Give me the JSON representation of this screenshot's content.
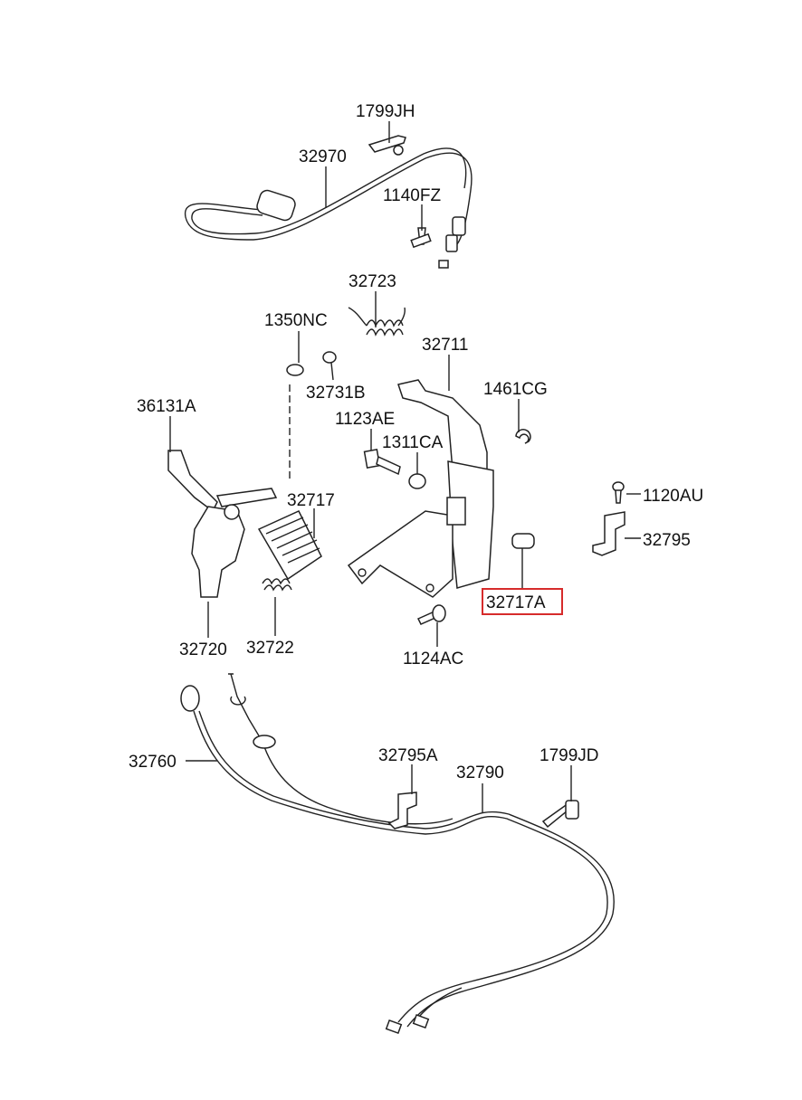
{
  "colors": {
    "highlight": "#d62b2b",
    "line": "#222222",
    "background": "#ffffff"
  },
  "highlighted_part": "32717A",
  "labels": {
    "p1799JH": "1799JH",
    "p32970": "32970",
    "p1140FZ": "1140FZ",
    "p32723": "32723",
    "p1350NC": "1350NC",
    "p32711": "32711",
    "p32731B": "32731B",
    "p1461CG": "1461CG",
    "p36131A": "36131A",
    "p1123AE": "1123AE",
    "p1311CA": "1311CA",
    "p32717": "32717",
    "p1120AU": "1120AU",
    "p32795": "32795",
    "p32717A": "32717A",
    "p32720": "32720",
    "p32722": "32722",
    "p1124AC": "1124AC",
    "p32760": "32760",
    "p32795A": "32795A",
    "p32790": "32790",
    "p1799JD": "1799JD"
  }
}
